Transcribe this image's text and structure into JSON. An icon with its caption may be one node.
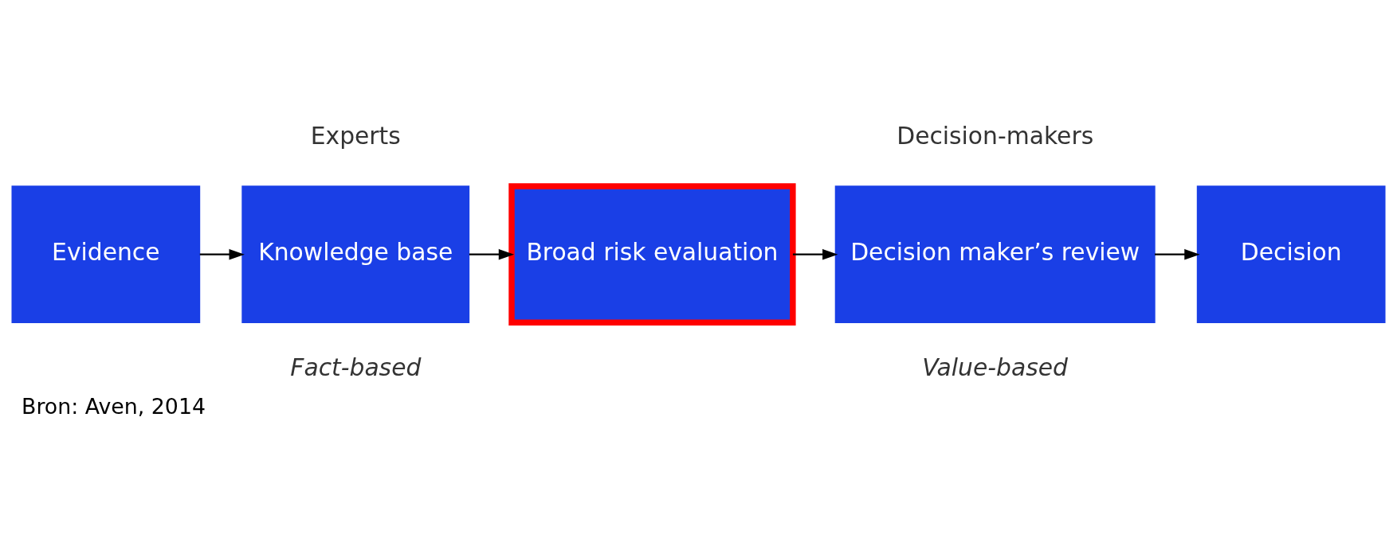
{
  "diagram": {
    "caption": "Bron: Aven, 2014",
    "nodes": [
      {
        "text": [
          "Evidence"
        ]
      },
      {
        "text": [
          "Knowledge base"
        ]
      },
      {
        "text": [
          "Broad risk evaluation"
        ]
      },
      {
        "text": [
          "Decision maker’s review"
        ]
      },
      {
        "text": [
          "Decision"
        ]
      }
    ],
    "edges": [
      {
        "from": 0,
        "to": 1,
        "arrow": "to"
      },
      {
        "from": 1,
        "to": 2,
        "arrow": "to"
      },
      {
        "from": 2,
        "to": 3,
        "arrow": "to"
      },
      {
        "from": 3,
        "to": 4,
        "arrow": "to"
      }
    ],
    "labels": [
      "Experts",
      "Decision-makers",
      "Fact-based",
      "Value-based"
    ]
  }
}
